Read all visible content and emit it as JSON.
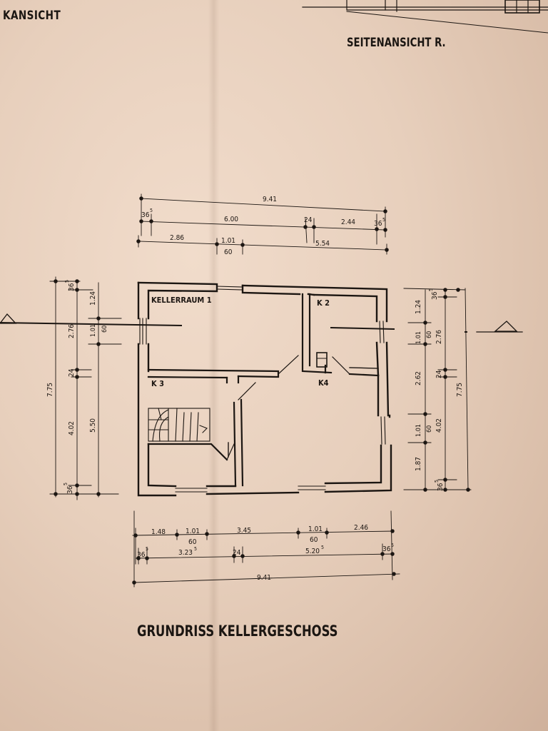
{
  "header": {
    "left_label": "KANSICHT",
    "right_label": "SEITENANSICHT R."
  },
  "plan_title": "GRUNDRISS KELLERGESCHOSS",
  "rooms": {
    "kellerraum_1": "KELLERRAUM 1",
    "k2": "K 2",
    "k3": "K 3",
    "k4": "K4"
  },
  "top_dimensions": {
    "overall": "9.41",
    "wall_left": "36",
    "wall_left_sup": "5",
    "middle": "6.00",
    "wall_inner": "24",
    "right_seg": "2.44",
    "wall_right": "36",
    "wall_right_sup": "5",
    "seg_a": "2.86",
    "window_width": "1.01",
    "window_height": "60",
    "seg_b": "5.54"
  },
  "bottom_dimensions": {
    "seg_1": "1.48",
    "window_1_width": "1.01",
    "window_1_height": "60",
    "seg_2": "3.45",
    "window_2_width": "1.01",
    "window_2_height": "60",
    "seg_3": "2.46",
    "wall_left": "36",
    "wall_left_sup": "5",
    "room_left": "3.23",
    "room_left_sup": "5",
    "wall_inner": "24",
    "room_right": "5.20",
    "room_right_sup": "5",
    "wall_right": "36",
    "wall_right_sup": "5",
    "overall": "9.41"
  },
  "left_dimensions": {
    "overall": "7.75",
    "wall_top": "36",
    "wall_top_sup": "5",
    "seg_top": "1.24",
    "upper": "2.76",
    "window_width": "1.01",
    "window_height": "60",
    "wall_inner": "24",
    "lower": "4.02",
    "lower_inner": "5.50",
    "wall_bottom": "36",
    "wall_bottom_sup": "5"
  },
  "right_dimensions": {
    "overall": "7.75",
    "wall_top": "36",
    "wall_top_sup": "5",
    "seg_top": "1.24",
    "window_1_width": "1.01",
    "window_1_height": "60",
    "upper": "2.76",
    "seg_mid": "2.62",
    "wall_inner": "24",
    "window_2_width": "1.01",
    "window_2_height": "60",
    "lower": "4.02",
    "seg_bottom": "1.87",
    "wall_bottom": "36",
    "wall_bottom_sup": "5"
  },
  "colors": {
    "paper": "#ecd5c2",
    "ink": "#1c1612"
  }
}
